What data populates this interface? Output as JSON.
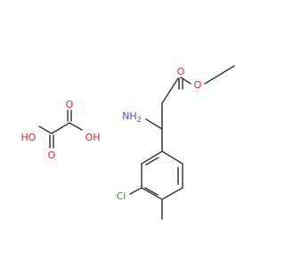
{
  "molecule": {
    "atoms": {
      "oxygen": "O",
      "hydroxyl": "OH",
      "hydroxyl_left": "HO",
      "amine": "NH",
      "amine_subscript": "2",
      "chlorine": "Cl"
    },
    "colors": {
      "carbon_bond": "#3b3b3b",
      "oxygen": "#e8231f",
      "nitrogen": "#3b4fd6",
      "chlorine": "#27a027"
    }
  }
}
